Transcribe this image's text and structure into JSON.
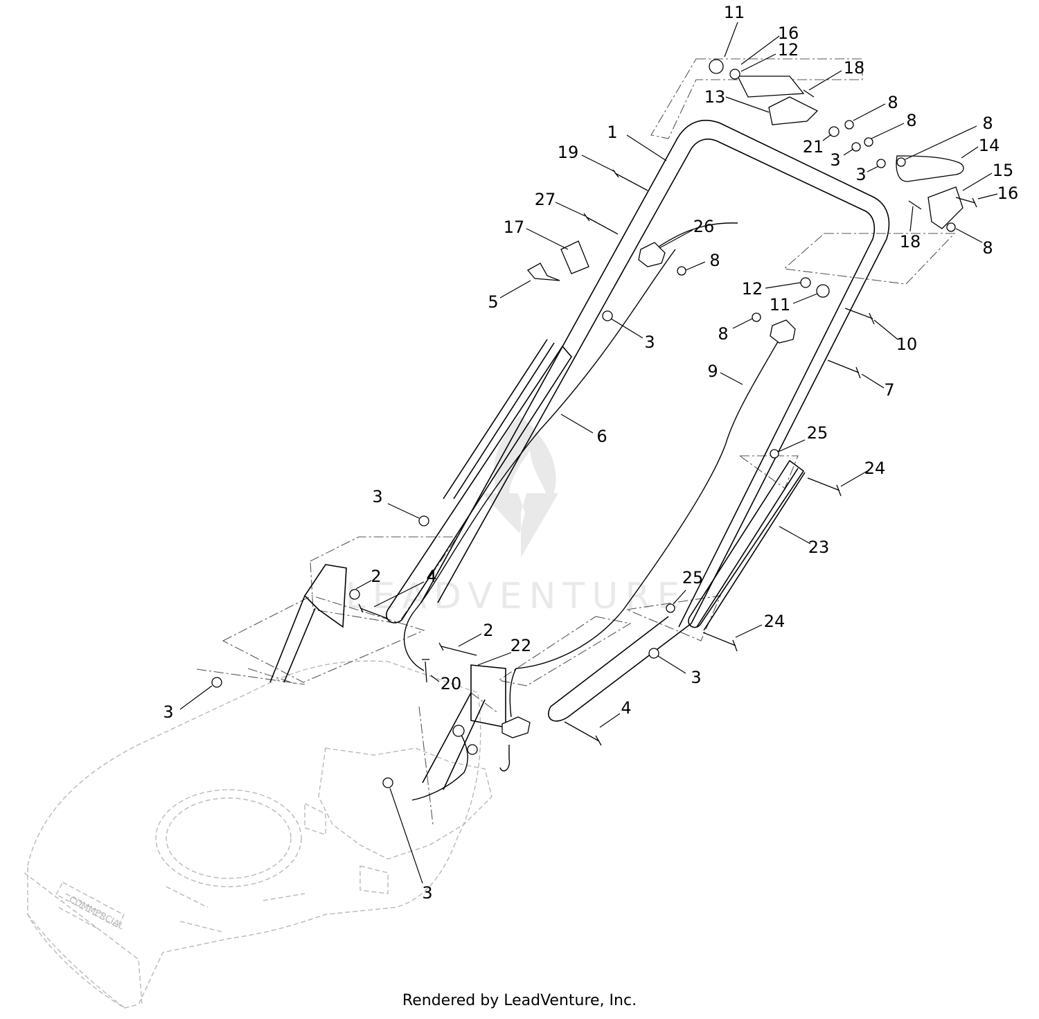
{
  "diagram": {
    "watermark_text": "LEADVENTURE",
    "footer": "Rendered by LeadVenture, Inc.",
    "deck_logo_text": "COMMERCIAL",
    "callouts": [
      "11",
      "16",
      "12",
      "18",
      "13",
      "8",
      "8",
      "8",
      "14",
      "15",
      "16",
      "18",
      "8",
      "1",
      "19",
      "21",
      "3",
      "3",
      "27",
      "26",
      "17",
      "8",
      "5",
      "12",
      "11",
      "3",
      "8",
      "10",
      "9",
      "7",
      "6",
      "25",
      "24",
      "3",
      "23",
      "2",
      "4",
      "25",
      "24",
      "2",
      "22",
      "20",
      "3",
      "3",
      "4",
      "3"
    ]
  }
}
